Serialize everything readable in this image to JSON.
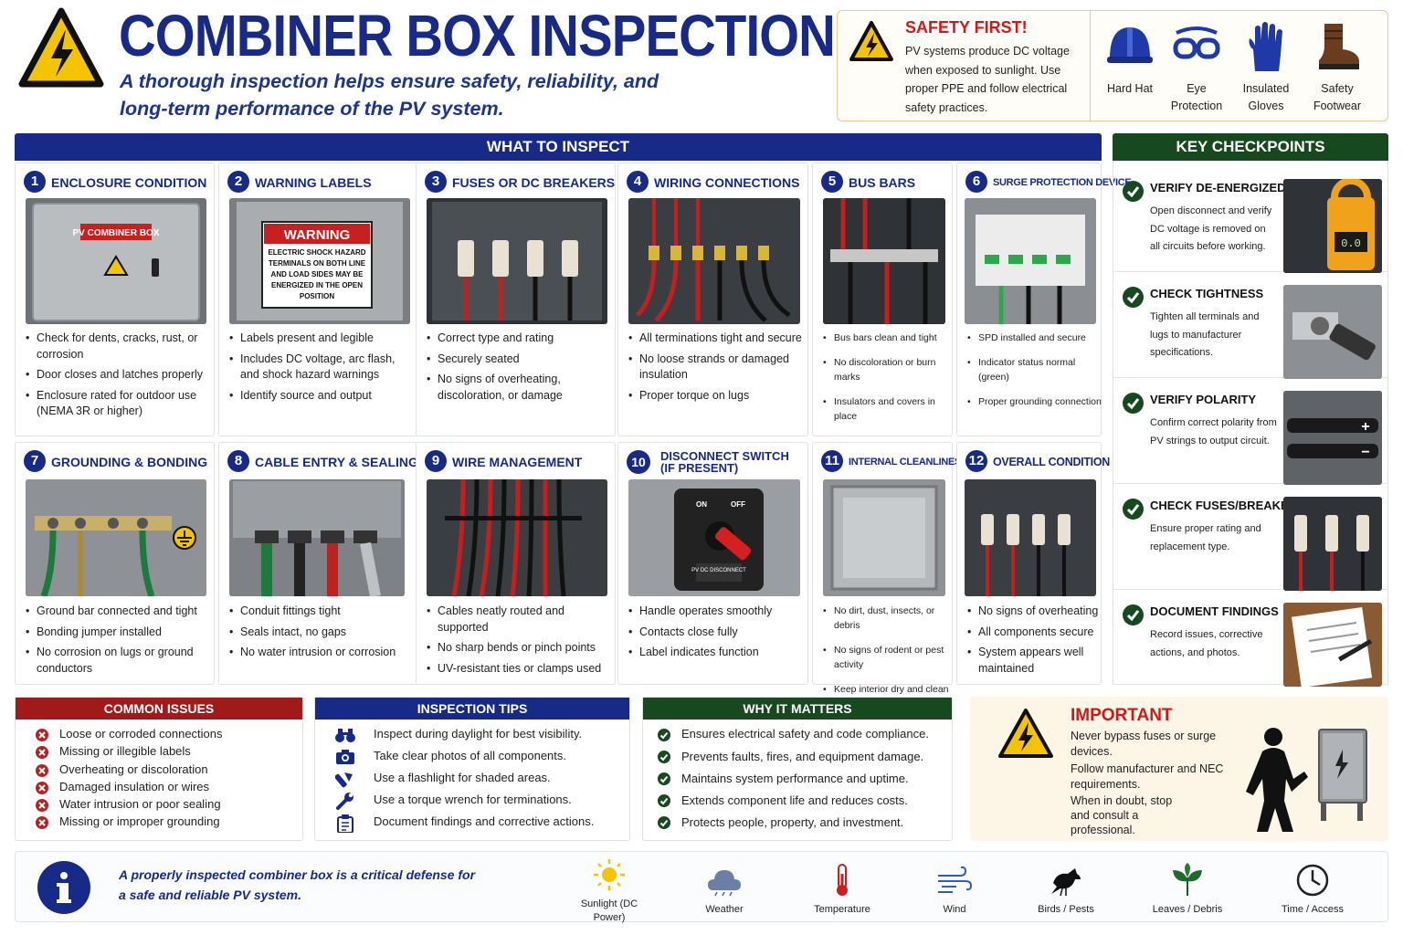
{
  "header": {
    "title": "COMBINER BOX INSPECTION",
    "subtitle": "A thorough inspection helps ensure safety, reliability, and long-term performance of the PV system."
  },
  "safety": {
    "title": "SAFETY FIRST!",
    "text": "PV systems produce DC voltage when exposed to sunlight. Use proper PPE and follow electrical safety practices.",
    "ppe": [
      "Hard Hat",
      "Eye Protection",
      "Insulated Gloves",
      "Safety Footwear"
    ]
  },
  "inspect": {
    "bar": "WHAT TO INSPECT",
    "cards": [
      {
        "num": "1",
        "title": "ENCLOSURE CONDITION",
        "photo_label": "PV COMBINER BOX",
        "items": [
          "Check for dents, cracks, rust, or corrosion",
          "Door closes and latches properly",
          "Enclosure rated for outdoor use (NEMA 3R or higher)"
        ]
      },
      {
        "num": "2",
        "title": "WARNING LABELS",
        "photo_label": "WARNING",
        "photo_text": "ELECTRIC SHOCK HAZARD TERMINALS ON BOTH LINE AND LOAD SIDES MAY BE ENERGIZED IN THE OPEN POSITION",
        "items": [
          "Labels present and legible",
          "Includes DC voltage, arc flash, and shock hazard warnings",
          "Identify source and output"
        ]
      },
      {
        "num": "3",
        "title": "FUSES OR DC BREAKERS",
        "items": [
          "Correct type and rating",
          "Securely seated",
          "No signs of overheating, discoloration, or damage"
        ]
      },
      {
        "num": "4",
        "title": "WIRING CONNECTIONS",
        "items": [
          "All terminations tight and secure",
          "No loose strands or damaged insulation",
          "Proper torque on lugs"
        ]
      },
      {
        "num": "5",
        "title": "BUS BARS",
        "items": [
          "Bus bars clean and tight",
          "No discoloration or burn marks",
          "Insulators and covers in place"
        ]
      },
      {
        "num": "6",
        "title": "SURGE PROTECTION DEVICE",
        "items": [
          "SPD installed and secure",
          "Indicator status normal (green)",
          "Proper grounding connection"
        ]
      },
      {
        "num": "7",
        "title": "GROUNDING & BONDING",
        "items": [
          "Ground bar connected and tight",
          "Bonding jumper installed",
          "No corrosion on lugs or ground conductors"
        ]
      },
      {
        "num": "8",
        "title": "CABLE ENTRY & SEALING",
        "items": [
          "Conduit fittings tight",
          "Seals intact, no gaps",
          "No water intrusion or corrosion"
        ]
      },
      {
        "num": "9",
        "title": "WIRE MANAGEMENT",
        "items": [
          "Cables neatly routed and supported",
          "No sharp bends or pinch points",
          "UV-resistant ties or clamps used"
        ]
      },
      {
        "num": "10",
        "title": "DISCONNECT SWITCH (IF PRESENT)",
        "photo_on": "ON",
        "photo_off": "OFF",
        "photo_label": "PV DC DISCONNECT",
        "items": [
          "Handle operates smoothly",
          "Contacts close fully",
          "Label indicates function"
        ]
      },
      {
        "num": "11",
        "title": "INTERNAL CLEANLINESS",
        "items": [
          "No dirt, dust, insects, or debris",
          "No signs of rodent or pest activity",
          "Keep interior dry and clean"
        ]
      },
      {
        "num": "12",
        "title": "OVERALL CONDITION",
        "items": [
          "No signs of overheating",
          "All components secure",
          "System appears well maintained"
        ]
      }
    ]
  },
  "checkpoints": {
    "bar": "KEY CHECKPOINTS",
    "items": [
      {
        "title": "VERIFY DE-ENERGIZED",
        "text": "Open disconnect and verify DC voltage is removed on all circuits before working.",
        "meter": "0.0"
      },
      {
        "title": "CHECK TIGHTNESS",
        "text": "Tighten all terminals and lugs to manufacturer specifications."
      },
      {
        "title": "VERIFY POLARITY",
        "text": "Confirm correct polarity from PV strings to output circuit.",
        "plus": "+",
        "minus": "−"
      },
      {
        "title": "CHECK FUSES/BREAKERS",
        "text": "Ensure proper rating and replacement type."
      },
      {
        "title": "DOCUMENT FINDINGS",
        "text": "Record issues, corrective actions, and photos."
      }
    ]
  },
  "issues": {
    "title": "COMMON ISSUES",
    "items": [
      "Loose or corroded connections",
      "Missing or illegible labels",
      "Overheating or discoloration",
      "Damaged insulation or wires",
      "Water intrusion or poor sealing",
      "Missing or improper grounding"
    ]
  },
  "tips": {
    "title": "INSPECTION TIPS",
    "items": [
      "Inspect during daylight for best visibility.",
      "Take clear photos of all components.",
      "Use a flashlight for shaded areas.",
      "Use a torque wrench for terminations.",
      "Document findings and corrective actions."
    ],
    "icons": [
      "binoculars-icon",
      "camera-icon",
      "flashlight-icon",
      "wrench-icon",
      "clipboard-icon"
    ]
  },
  "matters": {
    "title": "WHY IT MATTERS",
    "items": [
      "Ensures electrical safety and code compliance.",
      "Prevents faults, fires, and equipment damage.",
      "Maintains system performance and uptime.",
      "Extends component life and reduces costs.",
      "Protects people, property, and investment."
    ]
  },
  "important": {
    "title": "IMPORTANT",
    "lines": [
      "Never bypass fuses or surge devices.",
      "Follow manufacturer and NEC requirements.",
      "When in doubt, stop and consult a professional."
    ]
  },
  "footer": {
    "text": "A properly inspected combiner box is a critical defense for a safe and reliable PV system.",
    "factors": [
      "Sunlight (DC Power)",
      "Weather",
      "Temperature",
      "Wind",
      "Birds / Pests",
      "Leaves / Debris",
      "Time / Access"
    ]
  },
  "colors": {
    "navy": "#172a87",
    "green": "#17491f",
    "red": "#b42424",
    "warning": "#f5c400"
  }
}
